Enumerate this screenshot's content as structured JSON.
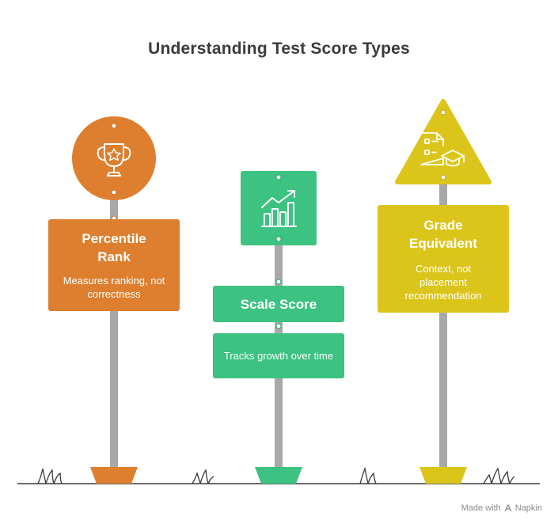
{
  "title": "Understanding Test Score Types",
  "signs": [
    {
      "name": "percentile-rank",
      "title": "Percentile Rank",
      "description": "Measures ranking, not correctness",
      "icon": "trophy-star-icon",
      "color": "#dd7f2f"
    },
    {
      "name": "scale-score",
      "title": "Scale Score",
      "description": "Tracks growth over time",
      "icon": "growth-chart-icon",
      "color": "#3cc281"
    },
    {
      "name": "grade-equivalent",
      "title": "Grade Equivalent",
      "description": "Context, not placement recommendation",
      "icon": "checklist-graduation-icon",
      "color": "#dcc51a"
    }
  ],
  "watermark": {
    "text": "Made with",
    "brand": "Napkin"
  }
}
